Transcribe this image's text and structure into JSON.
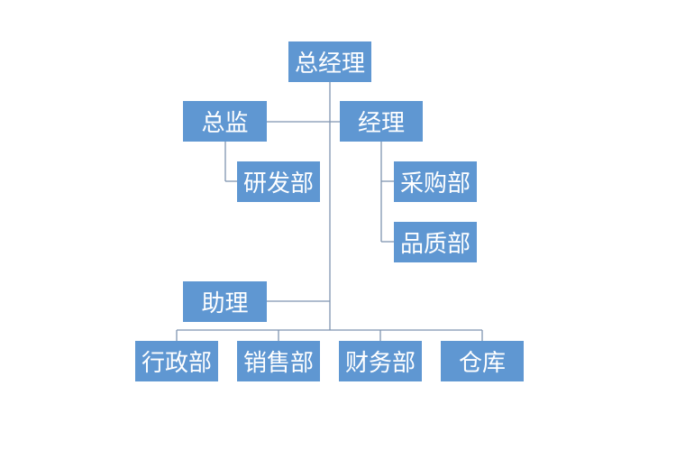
{
  "nodes": {
    "ceo": "总经理",
    "director": "总监",
    "manager": "经理",
    "rnd": "研发部",
    "purchasing": "采购部",
    "quality": "品质部",
    "assistant": "助理",
    "admin": "行政部",
    "sales": "销售部",
    "finance": "财务部",
    "warehouse": "仓库"
  },
  "colors": {
    "box": "#5f97d2",
    "line": "#7f94b0"
  }
}
